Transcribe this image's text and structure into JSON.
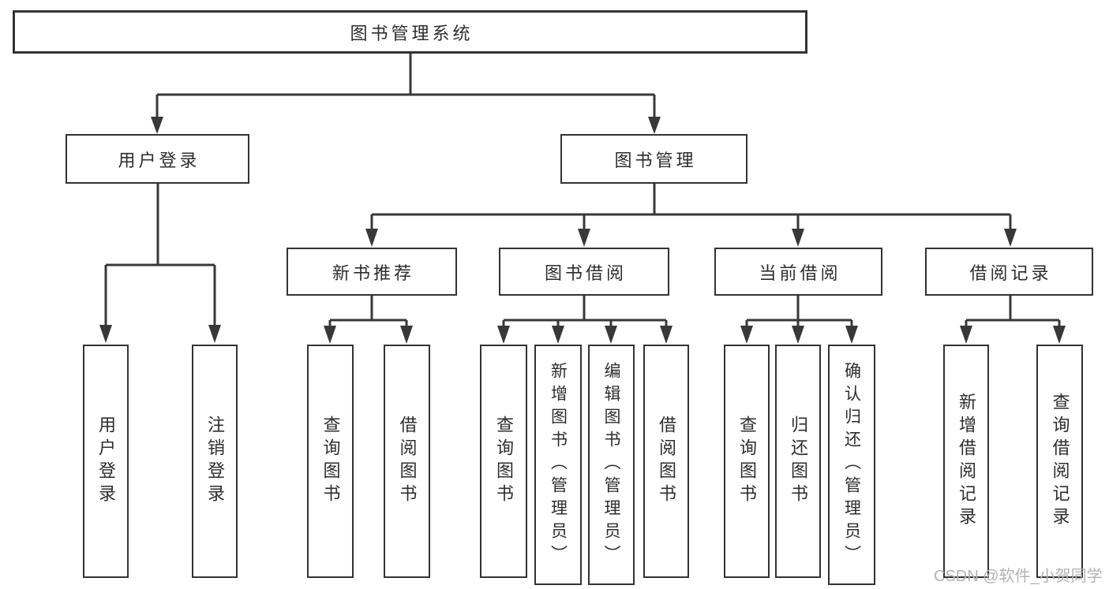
{
  "tree": {
    "root": {
      "label": "图书管理系统"
    },
    "level2": [
      {
        "label": "用户登录"
      },
      {
        "label": "图书管理"
      }
    ],
    "level3": [
      {
        "label": "新书推荐",
        "parent": "图书管理"
      },
      {
        "label": "图书借阅",
        "parent": "图书管理"
      },
      {
        "label": "当前借阅",
        "parent": "图书管理"
      },
      {
        "label": "借阅记录",
        "parent": "图书管理"
      }
    ],
    "leaves": [
      {
        "label": "用户登录",
        "parent": "用户登录"
      },
      {
        "label": "注销登录",
        "parent": "用户登录"
      },
      {
        "label": "查询图书",
        "parent": "新书推荐"
      },
      {
        "label": "借阅图书",
        "parent": "新书推荐"
      },
      {
        "label": "查询图书",
        "parent": "图书借阅"
      },
      {
        "label": "新增图书（管理员）",
        "parent": "图书借阅"
      },
      {
        "label": "编辑图书（管理员）",
        "parent": "图书借阅"
      },
      {
        "label": "借阅图书",
        "parent": "图书借阅"
      },
      {
        "label": "查询图书",
        "parent": "当前借阅"
      },
      {
        "label": "归还图书",
        "parent": "当前借阅"
      },
      {
        "label": "确认归还（管理员）",
        "parent": "当前借阅"
      },
      {
        "label": "新增借阅记录",
        "parent": "借阅记录"
      },
      {
        "label": "查询借阅记录",
        "parent": "借阅记录"
      }
    ]
  },
  "watermark": {
    "text": "CSDN @软件_小贺同学"
  },
  "colors": {
    "line": "#383838",
    "box_border": "#333333",
    "text": "#2d2d2d",
    "watermark": "#b3b3b3",
    "background": "#ffffff"
  }
}
